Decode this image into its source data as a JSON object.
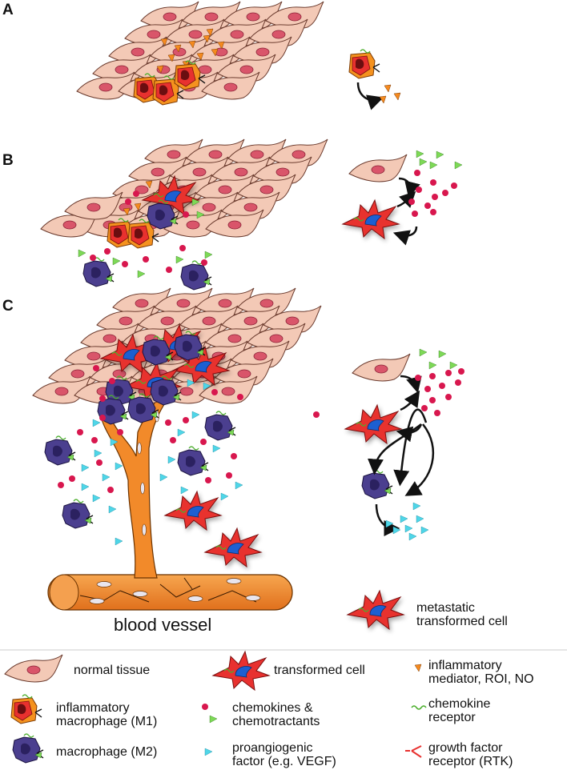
{
  "panels": {
    "a": "A",
    "b": "B",
    "c": "C"
  },
  "vessel_label": "blood vessel",
  "metastatic_label": "metastatic\ntransformed cell",
  "legend": {
    "normal_tissue": "normal tissue",
    "transformed_cell": "transformed cell",
    "inflammatory_mediator": "inflammatory\nmediator, ROI, NO",
    "m1": "inflammatory\nmacrophage (M1)",
    "chemokines": "chemokines &\nchemotractants",
    "chemokine_receptor": "chemokine\nreceptor",
    "m2": "macrophage (M2)",
    "proangiogenic": "proangiogenic\nfactor (e.g. VEGF)",
    "gfr": "growth factor\nreceptor (RTK)"
  },
  "colors": {
    "normal_cell": "#f3c9b6",
    "nucleus": "#d9556a",
    "transformed": "#e8312f",
    "m1": "#f5921e",
    "m2": "#4b3f8f",
    "chemokine": "#d8174e",
    "chemotractant": "#7ed957",
    "vegf": "#4fd6e8",
    "mediator": "#f58a1e",
    "vessel": "#f28a2a"
  }
}
